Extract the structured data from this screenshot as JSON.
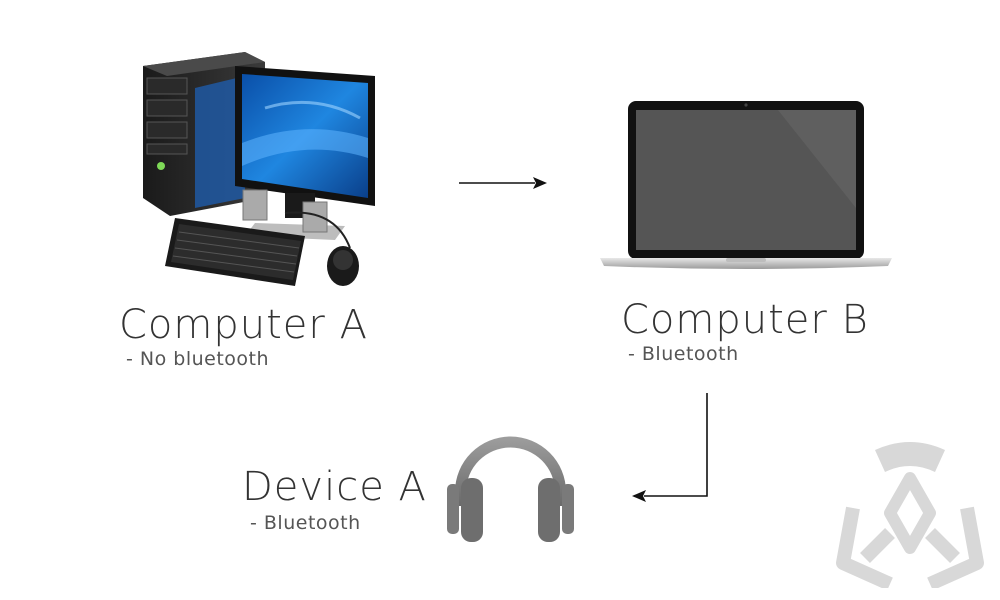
{
  "nodes": {
    "computer_a": {
      "title": "Computer A",
      "subtitle": "- No bluetooth"
    },
    "computer_b": {
      "title": "Computer B",
      "subtitle": "- Bluetooth"
    },
    "device_a": {
      "title": "Device A",
      "subtitle": "- Bluetooth"
    }
  },
  "icons": {
    "computer_a": "desktop-computer-icon",
    "computer_b": "laptop-icon",
    "device_a": "headphones-icon",
    "watermark": "biohazard-logo"
  },
  "connections": [
    {
      "from": "computer_a",
      "to": "computer_b"
    },
    {
      "from": "computer_b",
      "to": "device_a"
    }
  ],
  "colors": {
    "text": "#333333",
    "arrow": "#111111",
    "headphones": "#7a7a7a",
    "watermark": "#d8d8d8"
  }
}
